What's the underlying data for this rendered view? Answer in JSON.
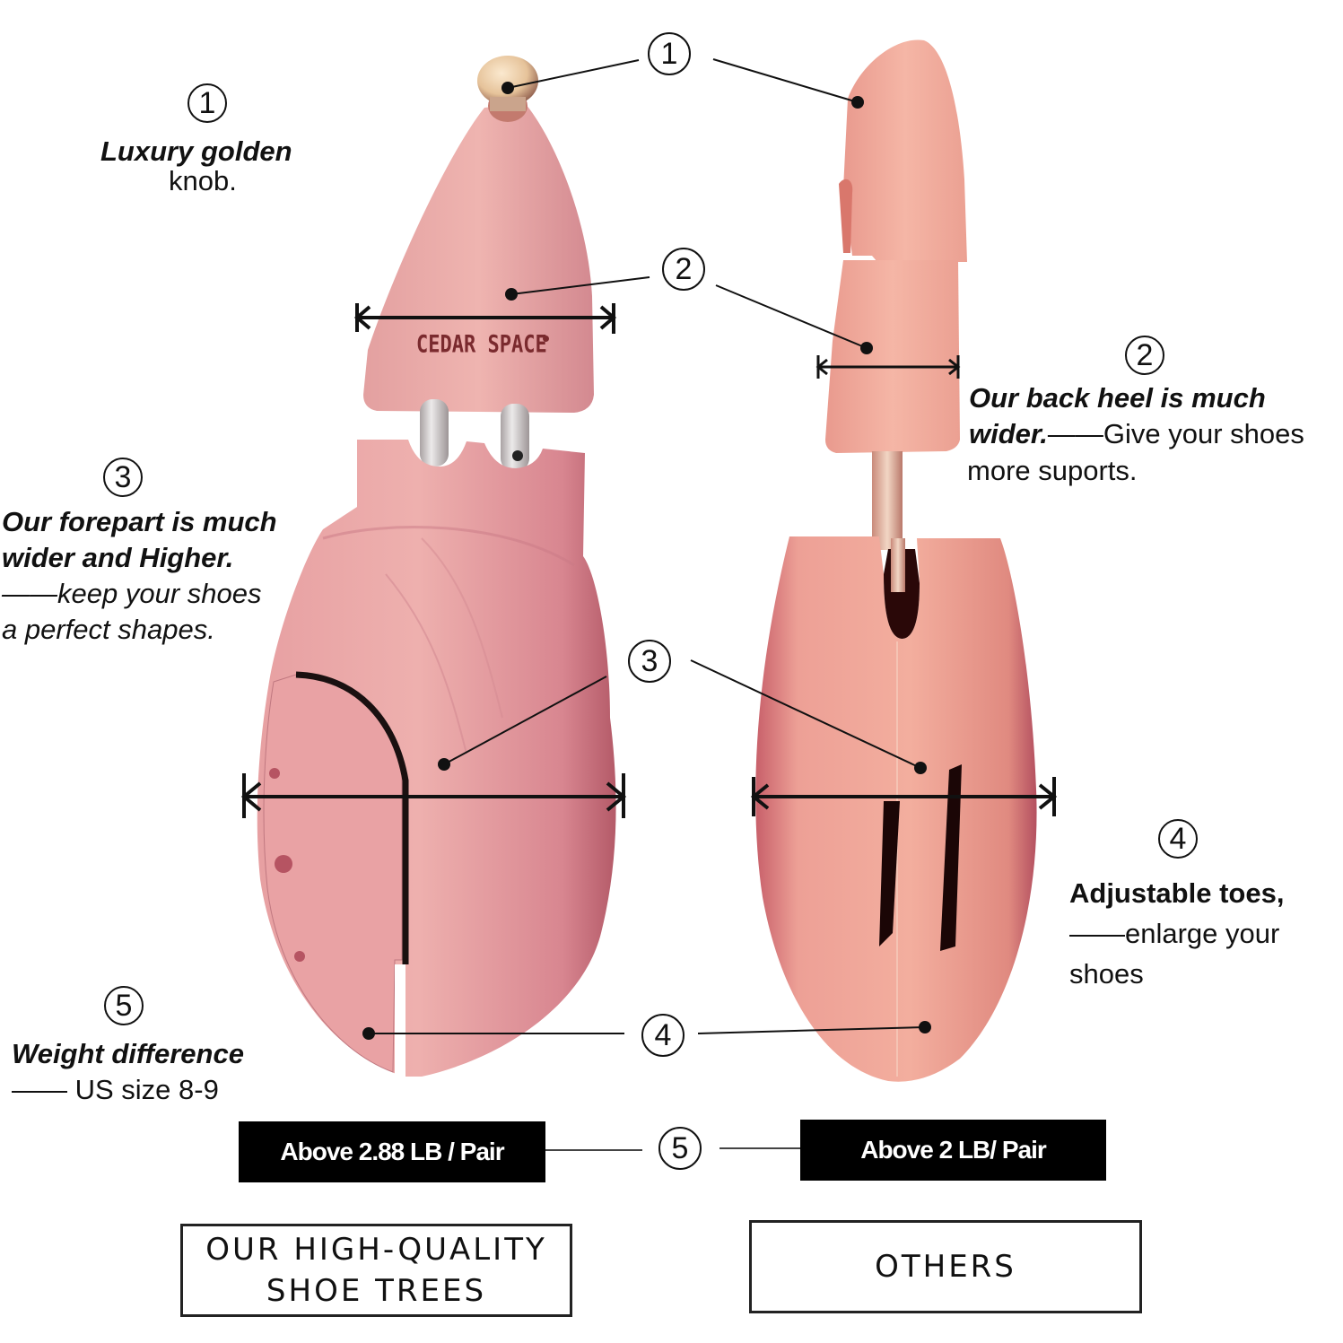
{
  "colors": {
    "cedar_light": "#eaa3a3",
    "cedar_mid": "#d9858a",
    "cedar_dark": "#b65a64",
    "others_light": "#f0a898",
    "others_mid": "#e48b7d",
    "knob_gold": "#e8c9a0",
    "steel": "#c9c4c4",
    "weight_box_bg": "#000000",
    "weight_box_text": "#ffffff"
  },
  "brand_mark": "CEDAR SPACE",
  "callouts": {
    "c1": {
      "number": "1",
      "title": "Luxury golden",
      "body": "knob."
    },
    "c2": {
      "number": "2",
      "title_line1": "Our back heel is much",
      "title_line2": "wider.",
      "body_inline": "——Give your shoes",
      "body_line2": "more suports."
    },
    "c3": {
      "number": "3",
      "title_line1": "Our forepart is much",
      "title_line2": "wider and Higher.",
      "body_line1": "——keep your shoes",
      "body_line2": "a perfect shapes."
    },
    "c4": {
      "number": "4",
      "title": "Adjustable toes,",
      "body_line1": "——enlarge your",
      "body_line2": "shoes"
    },
    "c5": {
      "number": "5",
      "title": "Weight difference",
      "body": "—— US size 8-9"
    }
  },
  "center_markers": [
    "1",
    "2",
    "3",
    "4",
    "5"
  ],
  "weights": {
    "ours": "Above 2.88 LB / Pair",
    "others": "Above 2 LB/ Pair"
  },
  "labels": {
    "ours_line1": "OUR HIGH-QUALITY",
    "ours_line2": "SHOE TREES",
    "others": "OTHERS"
  }
}
